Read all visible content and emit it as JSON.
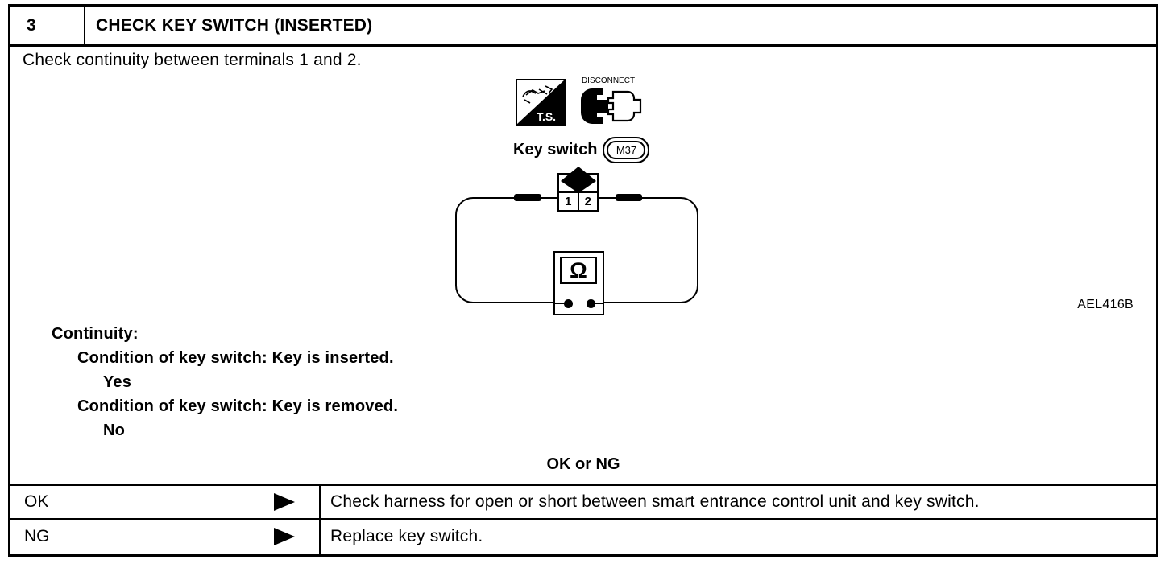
{
  "doc": {
    "step_number": "3",
    "title": "CHECK KEY SWITCH (INSERTED)",
    "instruction": "Check continuity between terminals 1 and 2.",
    "figure": {
      "ts_icon_label": "T.S.",
      "disconnect_label": "DISCONNECT",
      "component_label": "Key switch",
      "connector_id": "M37",
      "terminals": [
        "1",
        "2"
      ],
      "meter_symbol": "Ω",
      "figure_code": "AEL416B"
    },
    "conditions": {
      "heading": "Continuity:",
      "items": [
        {
          "condition": "Condition of key switch: Key is inserted.",
          "result": "Yes"
        },
        {
          "condition": "Condition of key switch: Key is removed.",
          "result": "No"
        }
      ]
    },
    "decision_prompt": "OK or NG",
    "results": [
      {
        "label": "OK",
        "action": "Check harness for open or short between smart entrance control unit and key switch."
      },
      {
        "label": "NG",
        "action": "Replace key switch."
      }
    ]
  },
  "colors": {
    "ink": "#000000",
    "paper": "#ffffff"
  }
}
